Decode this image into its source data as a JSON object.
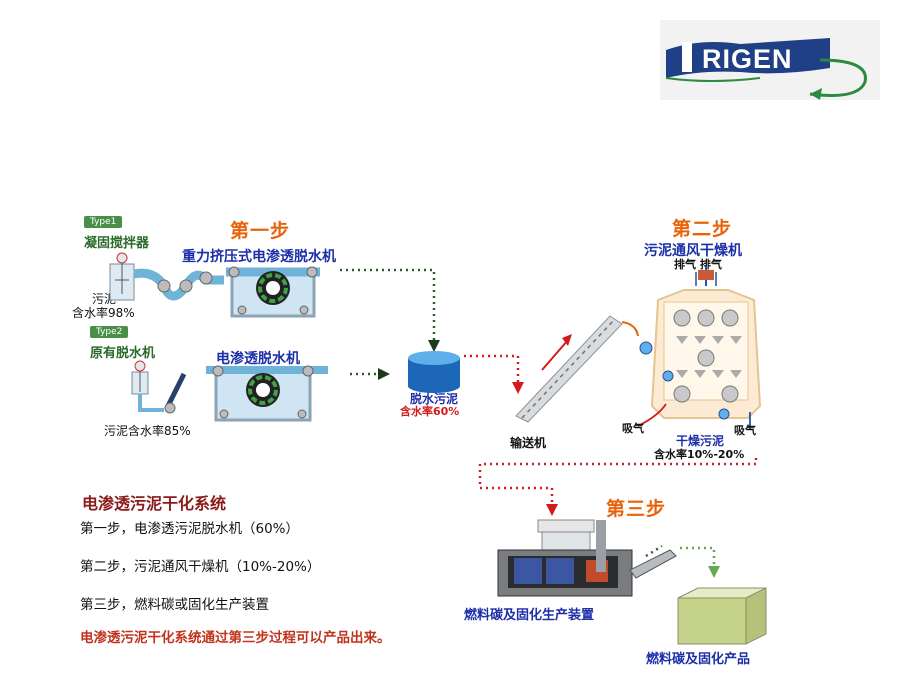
{
  "logo": {
    "text": "RIGEN"
  },
  "steps": {
    "step1": "第一步",
    "step2": "第二步",
    "step3": "第三步"
  },
  "type1": {
    "badge": "Type1",
    "mixer": "凝固搅拌器",
    "machine": "重力挤压式电渗透脱水机",
    "sludge": "污泥",
    "moisture": "含水率98%"
  },
  "type2": {
    "badge": "Type2",
    "existing": "原有脱水机",
    "machine": "电渗透脱水机",
    "sludge_moisture": "污泥含水率85%"
  },
  "dewatered": {
    "label": "脱水污泥",
    "moisture": "含水率60%"
  },
  "conveyor": {
    "label": "输送机"
  },
  "dryer": {
    "title": "污泥通风干燥机",
    "exhaust": "排气 排气",
    "intake_left": "吸气",
    "intake_right": "吸气",
    "dried": "干燥污泥",
    "dried_moisture": "含水率10%-20%"
  },
  "production": {
    "device": "燃料碳及固化生产装置",
    "product": "燃料碳及固化产品"
  },
  "summary": {
    "title": "电渗透污泥干化系统",
    "line1": "第一步，电渗透污泥脱水机（60%）",
    "line2": "第二步，污泥通风干燥机（10%-20%）",
    "line3": "第三步，燃料碳或固化生产装置",
    "footer": "电渗透污泥干化系统通过第三步过程可以产品出来。"
  },
  "colors": {
    "step": "#e8640a",
    "label_blue": "#1c2fa8",
    "red": "#d41b1b",
    "arrow_green": "#2c5f2c",
    "arrow_red": "#d41b1b",
    "logo_blue": "#1f3f86",
    "logo_green": "#2b8a3e"
  }
}
